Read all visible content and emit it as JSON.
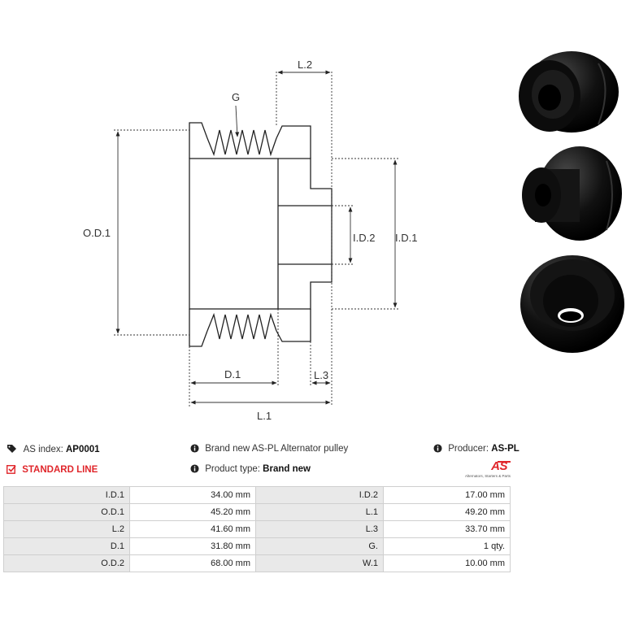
{
  "diagram": {
    "labels": {
      "L2": "L.2",
      "G": "G",
      "OD1": "O.D.1",
      "ID2": "I.D.2",
      "ID1": "I.D.1",
      "D1": "D.1",
      "L3": "L.3",
      "L1": "L.1"
    }
  },
  "info": {
    "as_index_label": "AS index:",
    "as_index_value": "AP0001",
    "line": "STANDARD LINE",
    "description": "Brand new AS-PL Alternator pulley",
    "product_type_label": "Product type:",
    "product_type_value": "Brand new",
    "producer_label": "Producer:",
    "producer_value": "AS-PL"
  },
  "logo": {
    "mark": "AS",
    "tagline": "Alternators, Starters & Parts"
  },
  "colors": {
    "accent": "#e0262b",
    "label_bg": "#e9e9e9",
    "border": "#cfcfcf"
  },
  "spec_table": {
    "rows": [
      [
        {
          "label": "I.D.1",
          "value": "34.00 mm"
        },
        {
          "label": "I.D.2",
          "value": "17.00 mm"
        }
      ],
      [
        {
          "label": "O.D.1",
          "value": "45.20 mm"
        },
        {
          "label": "L.1",
          "value": "49.20 mm"
        }
      ],
      [
        {
          "label": "L.2",
          "value": "41.60 mm"
        },
        {
          "label": "L.3",
          "value": "33.70 mm"
        }
      ],
      [
        {
          "label": "D.1",
          "value": "31.80 mm"
        },
        {
          "label": "G.",
          "value": "1 qty."
        }
      ],
      [
        {
          "label": "O.D.2",
          "value": "68.00 mm"
        },
        {
          "label": "W.1",
          "value": "10.00 mm"
        }
      ]
    ]
  }
}
